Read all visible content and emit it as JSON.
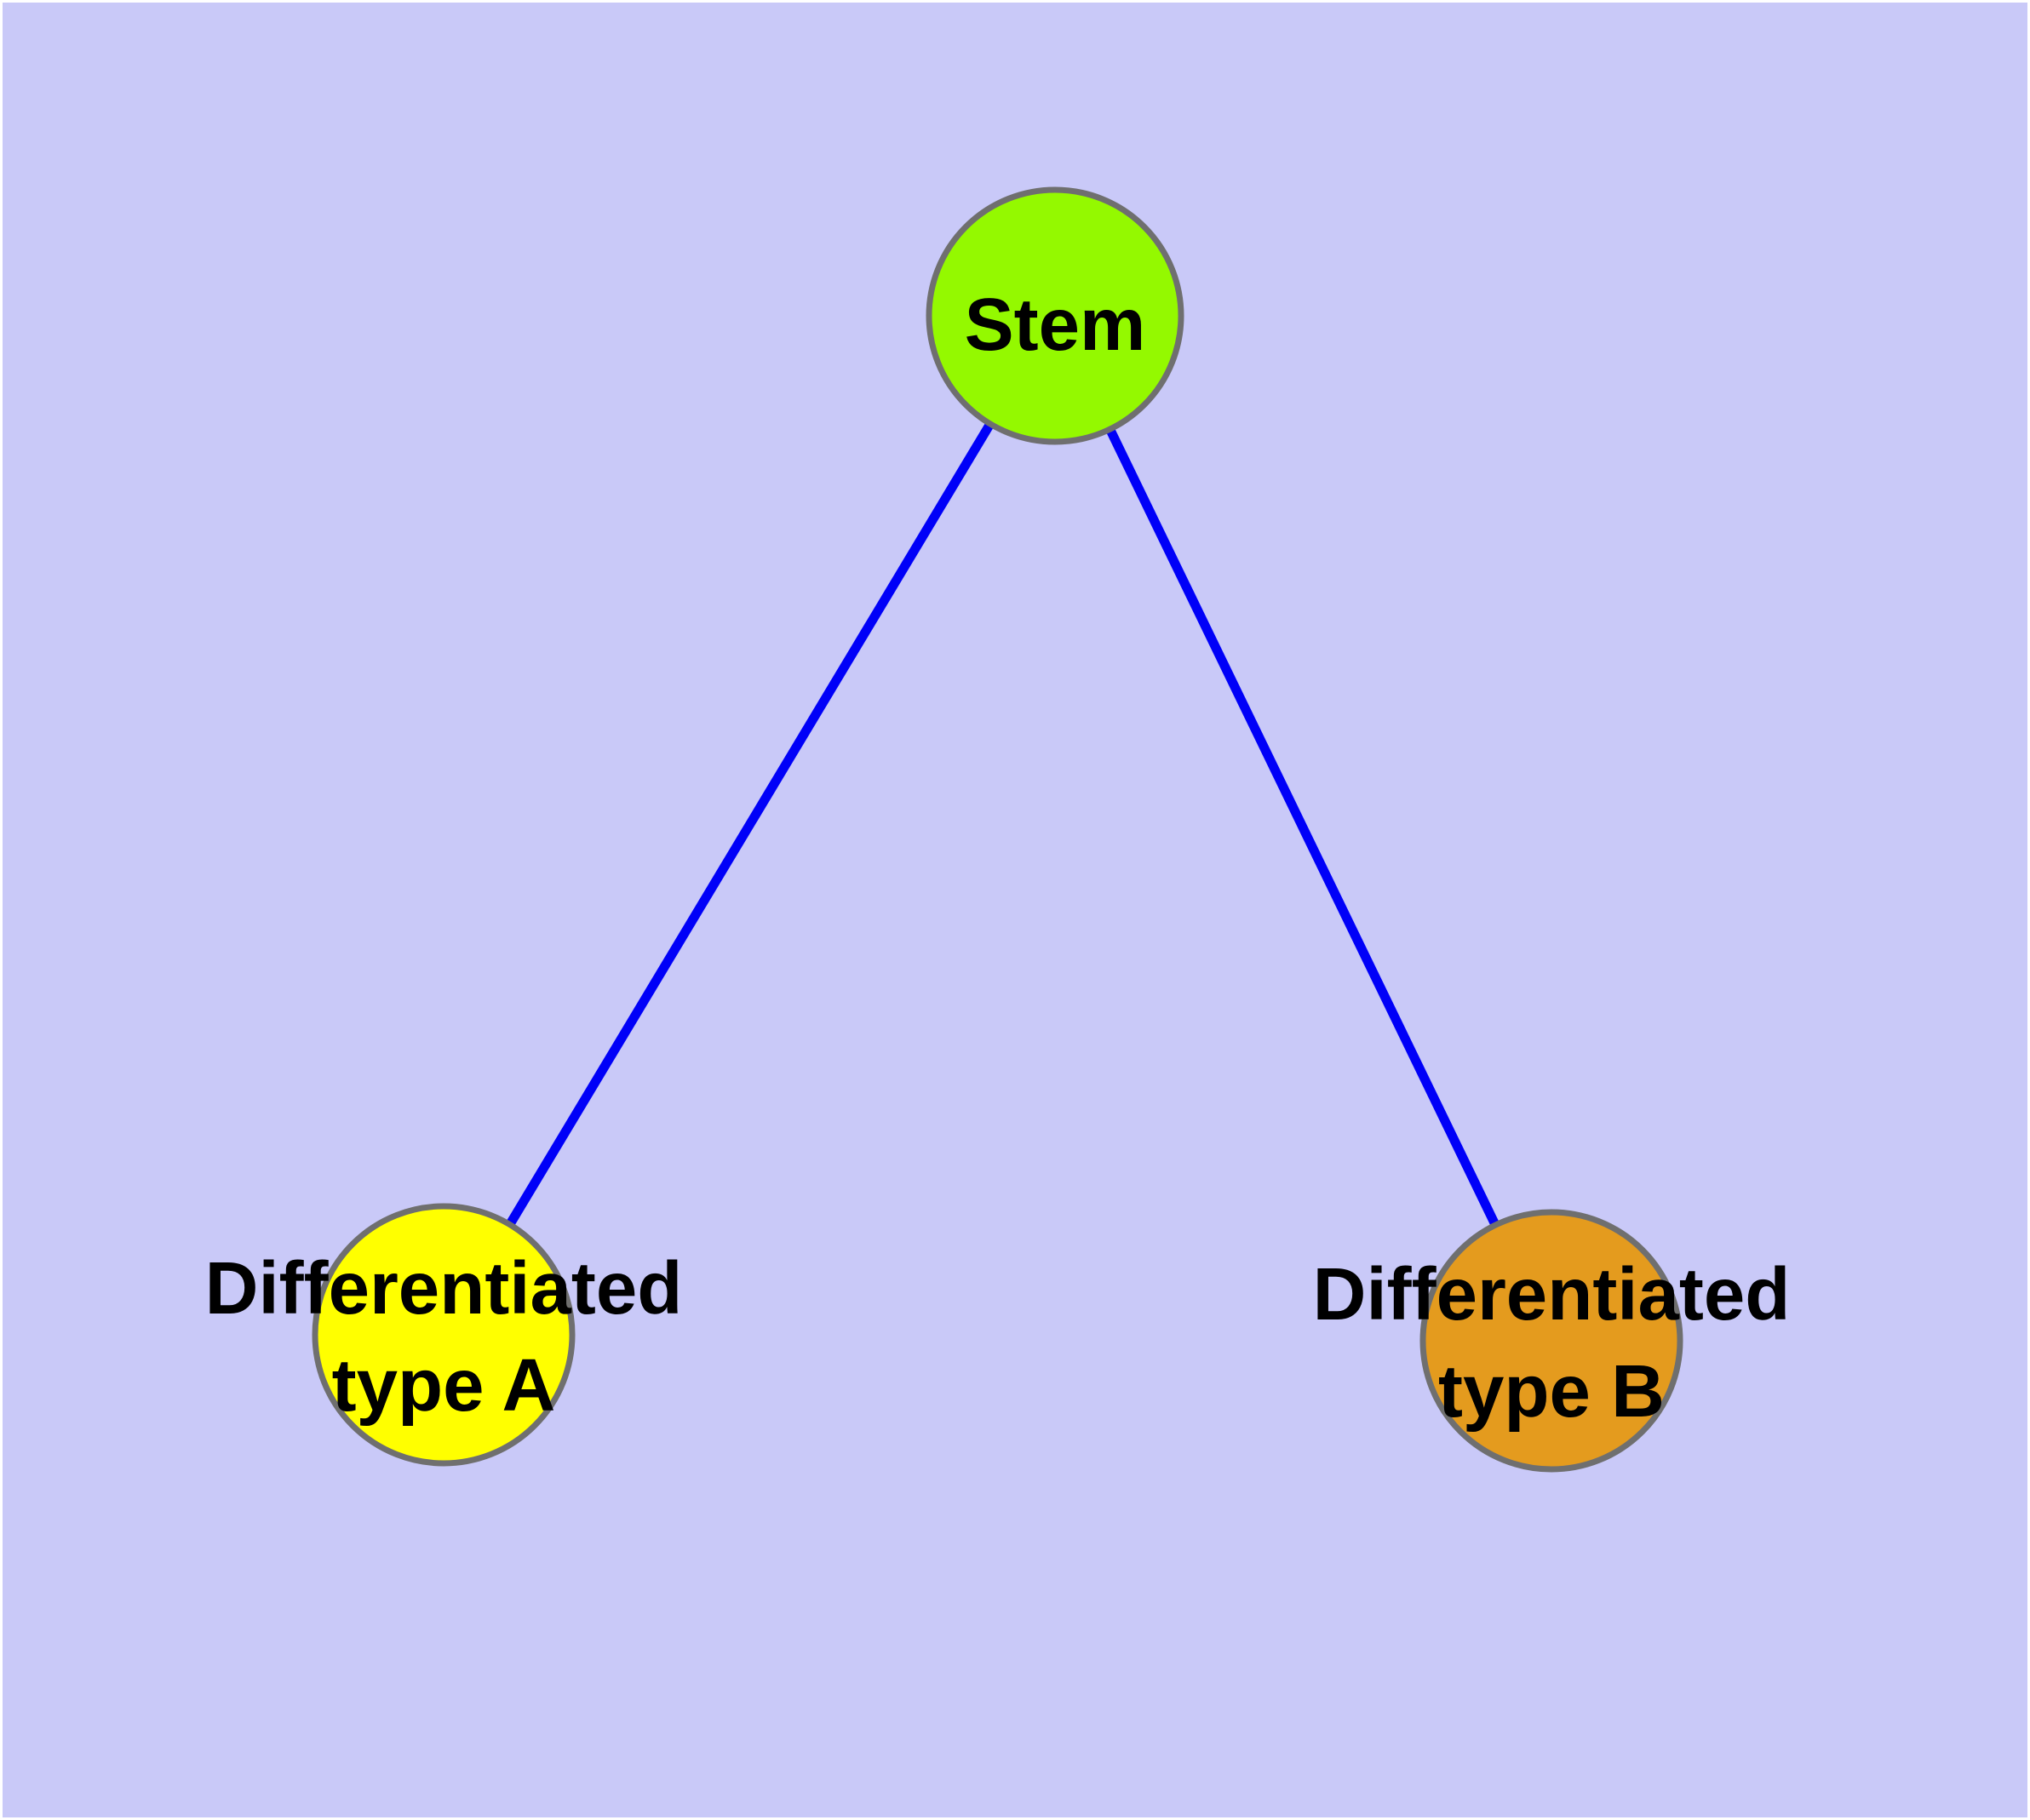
{
  "diagram": {
    "background_color": "#C9C9F8",
    "frame_color": "#FFFFFF",
    "node_border_color": "#6F6F6F",
    "edge_color": "#0000F8",
    "label_color": "#000000",
    "nodes": {
      "stem": {
        "id": "stem",
        "label": "Stem",
        "fill": "#94F900"
      },
      "type_a": {
        "id": "differentiated-type-a",
        "label_line1": "Differentiated",
        "label_line2": "type A",
        "fill": "#FFFF00"
      },
      "type_b": {
        "id": "differentiated-type-b",
        "label_line1": "Differentiated",
        "label_line2": "type B",
        "fill": "#E49B1E"
      }
    },
    "edges": [
      {
        "from": "Stem",
        "to": "Differentiated type A"
      },
      {
        "from": "Stem",
        "to": "Differentiated type B"
      }
    ]
  }
}
